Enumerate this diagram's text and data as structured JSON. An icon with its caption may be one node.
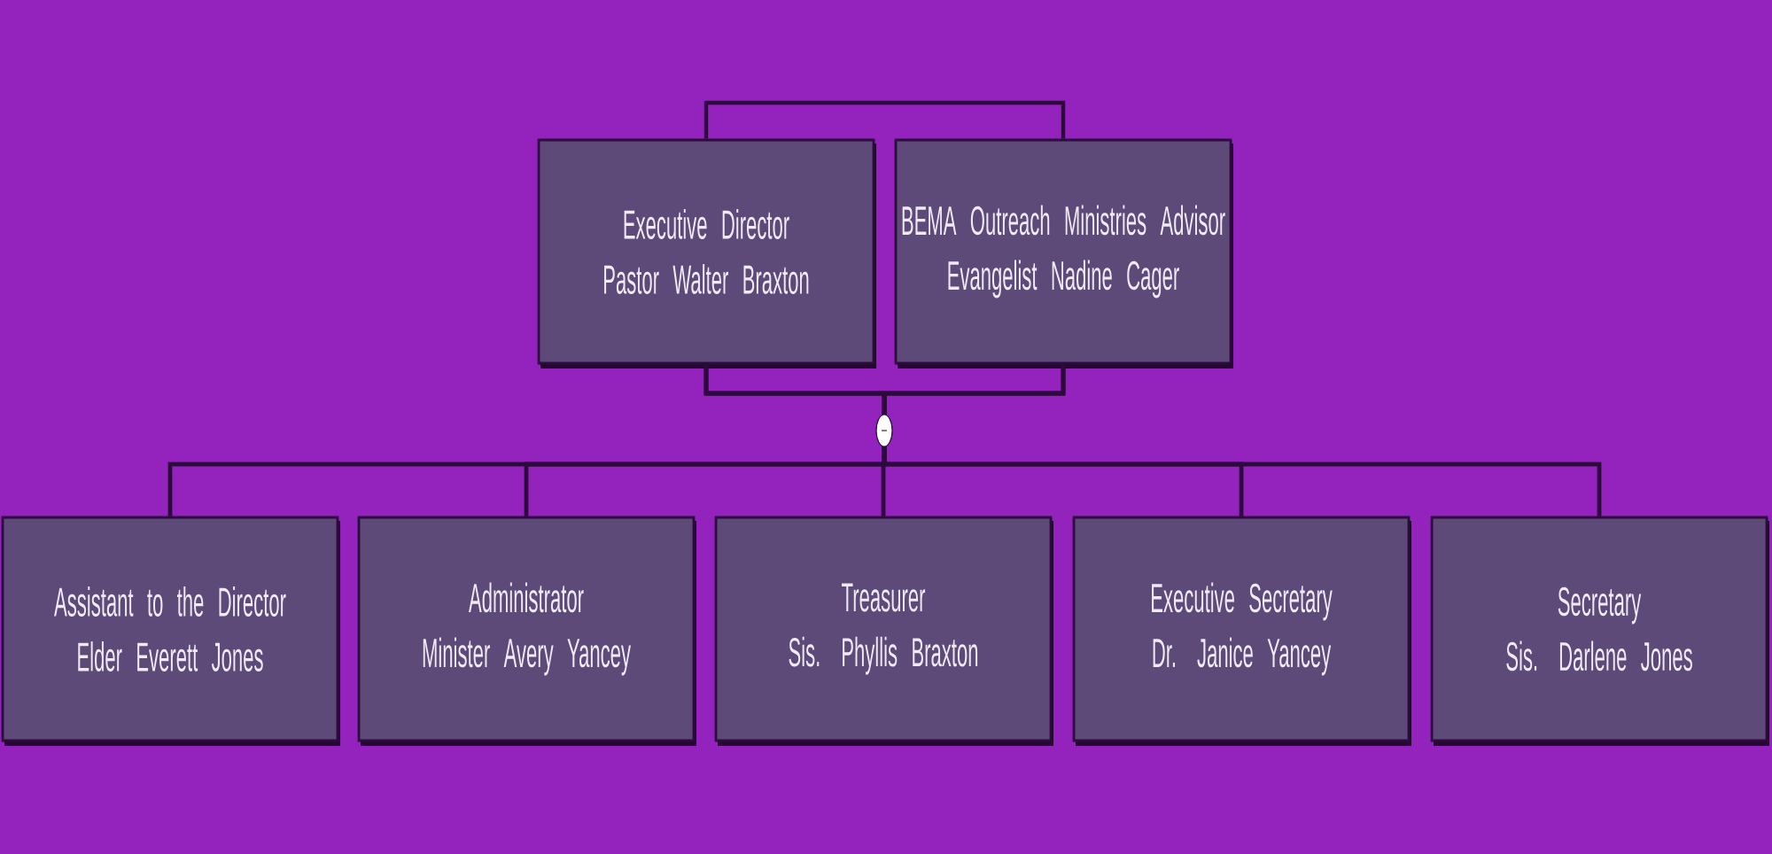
{
  "diagram": {
    "nodes": [
      {
        "text": [
          "Executive Director",
          "Pastor Walter Braxton"
        ]
      },
      {
        "text": [
          "BEMA Outreach Ministries Advisor",
          "Evangelist Nadine Cager"
        ]
      },
      {
        "text": [
          "Assistant to the Director",
          "Elder Everett Jones"
        ]
      },
      {
        "text": [
          "Administrator",
          "Minister Avery Yancey"
        ]
      },
      {
        "text": [
          "Treasurer",
          "Sis. Phyllis Braxton"
        ]
      },
      {
        "text": [
          "Executive Secretary",
          "Dr. Janice Yancey"
        ]
      },
      {
        "text": [
          "Secretary",
          "Sis. Darlene Jones"
        ]
      }
    ],
    "edges": [
      {
        "from": 0,
        "to": 1,
        "arrow": "none"
      },
      {
        "from": 0,
        "to": 2,
        "arrow": "none"
      },
      {
        "from": 0,
        "to": 3,
        "arrow": "none"
      },
      {
        "from": 0,
        "to": 4,
        "arrow": "none"
      },
      {
        "from": 0,
        "to": 5,
        "arrow": "none"
      },
      {
        "from": 0,
        "to": 6,
        "arrow": "none"
      },
      {
        "from": 1,
        "to": 2,
        "arrow": "none"
      },
      {
        "from": 1,
        "to": 3,
        "arrow": "none"
      },
      {
        "from": 1,
        "to": 4,
        "arrow": "none"
      },
      {
        "from": 1,
        "to": 5,
        "arrow": "none"
      },
      {
        "from": 1,
        "to": 6,
        "arrow": "none"
      }
    ]
  }
}
